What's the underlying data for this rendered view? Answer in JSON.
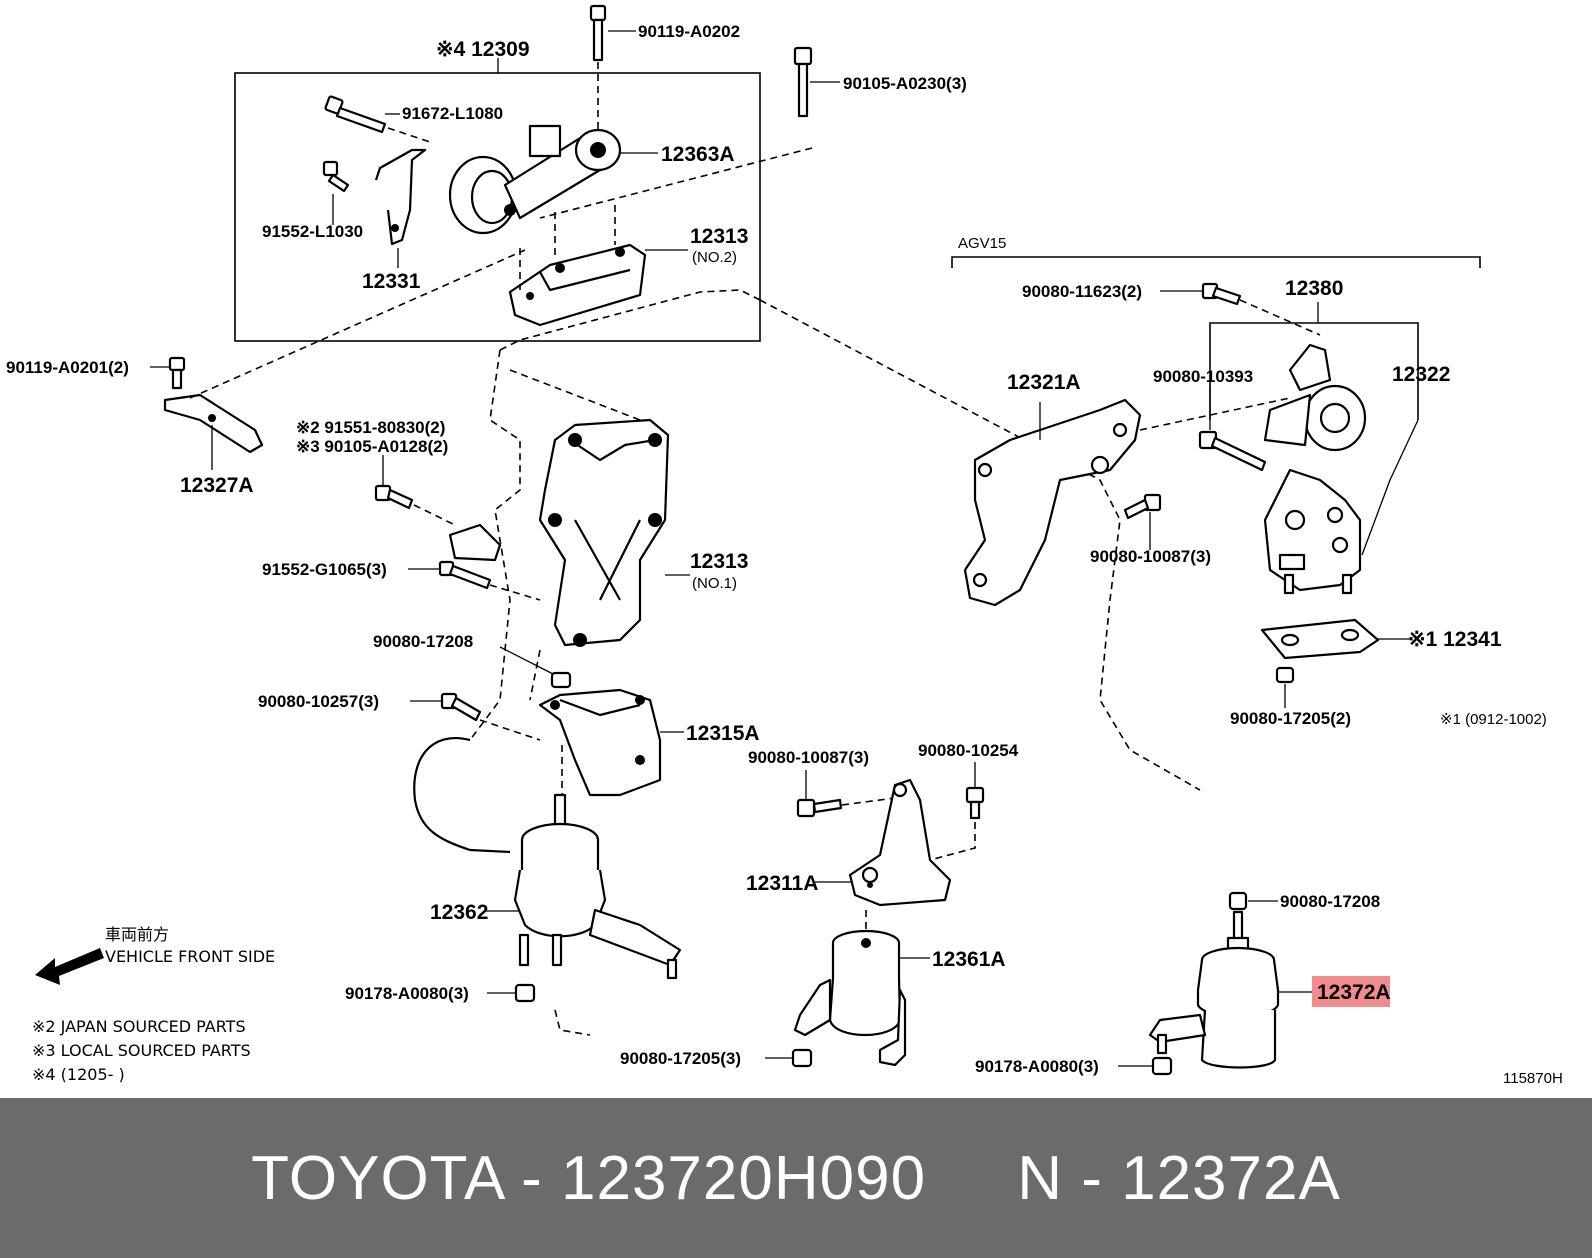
{
  "diagram": {
    "callouts": {
      "c_12309": "※4 12309",
      "c_90119_A0202": "90119-A0202",
      "c_90105_A0230": "90105-A0230(3)",
      "c_91672_L1080": "91672-L1080",
      "c_12363A": "12363A",
      "c_91552_L1030": "91552-L1030",
      "c_12313_no2": "12313",
      "c_no2": "(NO.2)",
      "c_12331": "12331",
      "c_90119_A0201": "90119-A0201(2)",
      "c_12327A": "12327A",
      "c_91551_80830": "※2 91551-80830(2)",
      "c_90105_A0128": "※3 90105-A0128(2)",
      "c_91552_G1065": "91552-G1065(3)",
      "c_12313_no1": "12313",
      "c_no1": "(NO.1)",
      "c_90080_17208_a": "90080-17208",
      "c_90080_10257": "90080-10257(3)",
      "c_12315A": "12315A",
      "c_12362": "12362",
      "c_90178_A0080_a": "90178-A0080(3)",
      "c_agv15": "AGV15",
      "c_90080_11623": "90080-11623(2)",
      "c_12380": "12380",
      "c_12321A": "12321A",
      "c_90080_10393": "90080-10393",
      "c_12322": "12322",
      "c_90080_10087_a": "90080-10087(3)",
      "c_12341": "※1 12341",
      "c_90080_17205_a": "90080-17205(2)",
      "c_note1": "※1 (0912-1002)",
      "c_90080_10087_b": "90080-10087(3)",
      "c_90080_10254": "90080-10254",
      "c_12311A": "12311A",
      "c_12361A": "12361A",
      "c_90080_17205_b": "90080-17205(3)",
      "c_90080_17208_b": "90080-17208",
      "c_12372A": "12372A",
      "c_90178_A0080_b": "90178-A0080(3)",
      "c_docnum": "115870H"
    },
    "legend": {
      "front_jp": "車両前方",
      "front_en": "VEHICLE FRONT SIDE",
      "note2": "※2 JAPAN SOURCED PARTS",
      "note3": "※3 LOCAL SOURCED PARTS",
      "note4": "※4 (1205-       )"
    },
    "highlight_color": "#f08c8c"
  },
  "footer": {
    "text": "TOYOTA - 123720H090     N - 12372A",
    "background": "#6b6b6b",
    "color": "#ffffff"
  }
}
